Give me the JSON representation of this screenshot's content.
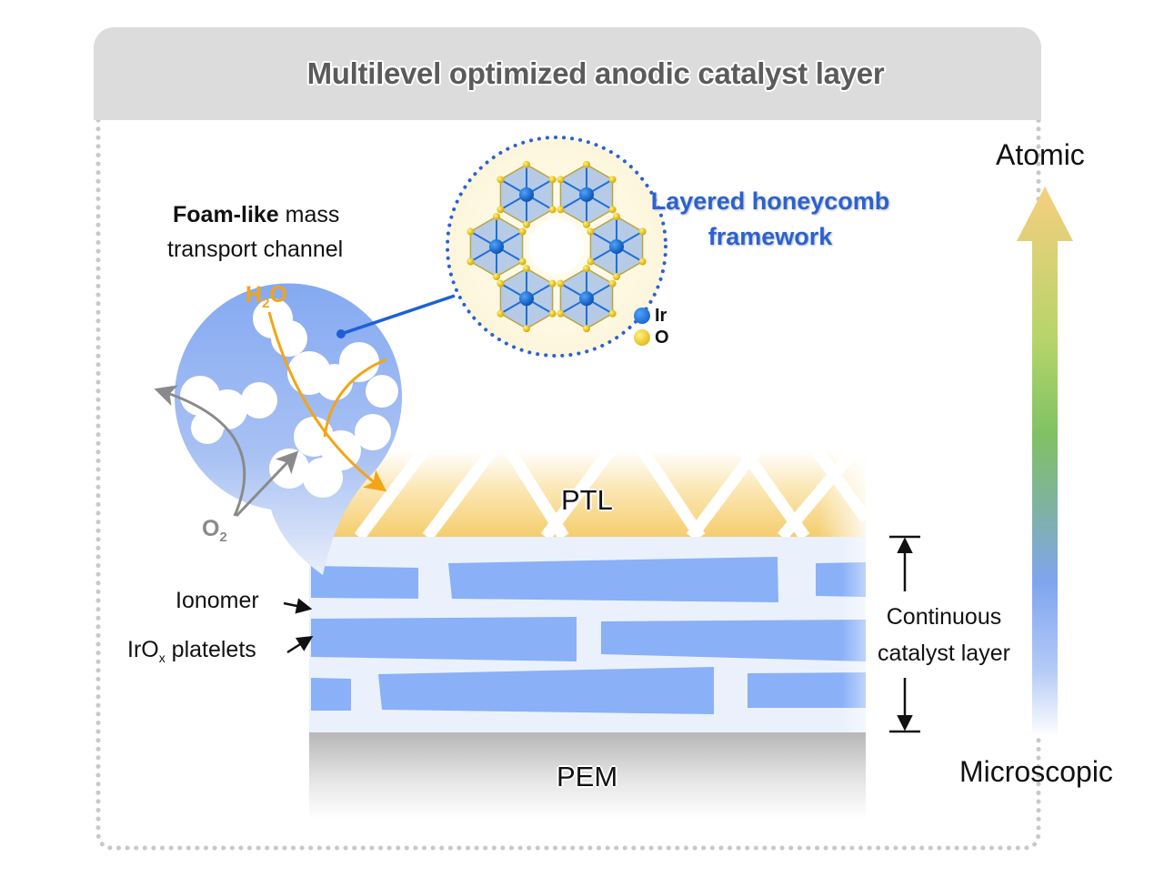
{
  "title": "Multilevel optimized anodic catalyst layer",
  "foam_label": {
    "bold": "Foam-like",
    "rest": " mass",
    "line2": "transport channel"
  },
  "species": {
    "water": "H",
    "water_sub": "2",
    "water_tail": "O",
    "oxygen": "O",
    "oxygen_sub": "2"
  },
  "honeycomb": {
    "line1": "Layered honeycomb",
    "line2": "framework",
    "legend": [
      {
        "symbol": "Ir",
        "color": "#1f6fd6"
      },
      {
        "symbol": "O",
        "color": "#f2c419"
      }
    ]
  },
  "layers": {
    "ptl": "PTL",
    "pem": "PEM",
    "ionomer": "Ionomer",
    "platelets_main": "IrO",
    "platelets_sub": "x",
    "platelets_tail": " platelets",
    "continuous_line1": "Continuous",
    "continuous_line2": "catalyst layer"
  },
  "scale_axis": {
    "top": "Atomic",
    "bottom": "Microscopic"
  },
  "colors": {
    "platelet": "#8ab0f7",
    "ionomer": "#eaf1fd",
    "water_arrow": "#f2a516",
    "oxygen_arrow": "#8a8a8a",
    "honeycomb_text": "#2a62d2",
    "ptl_gold": "#f5cf72"
  }
}
